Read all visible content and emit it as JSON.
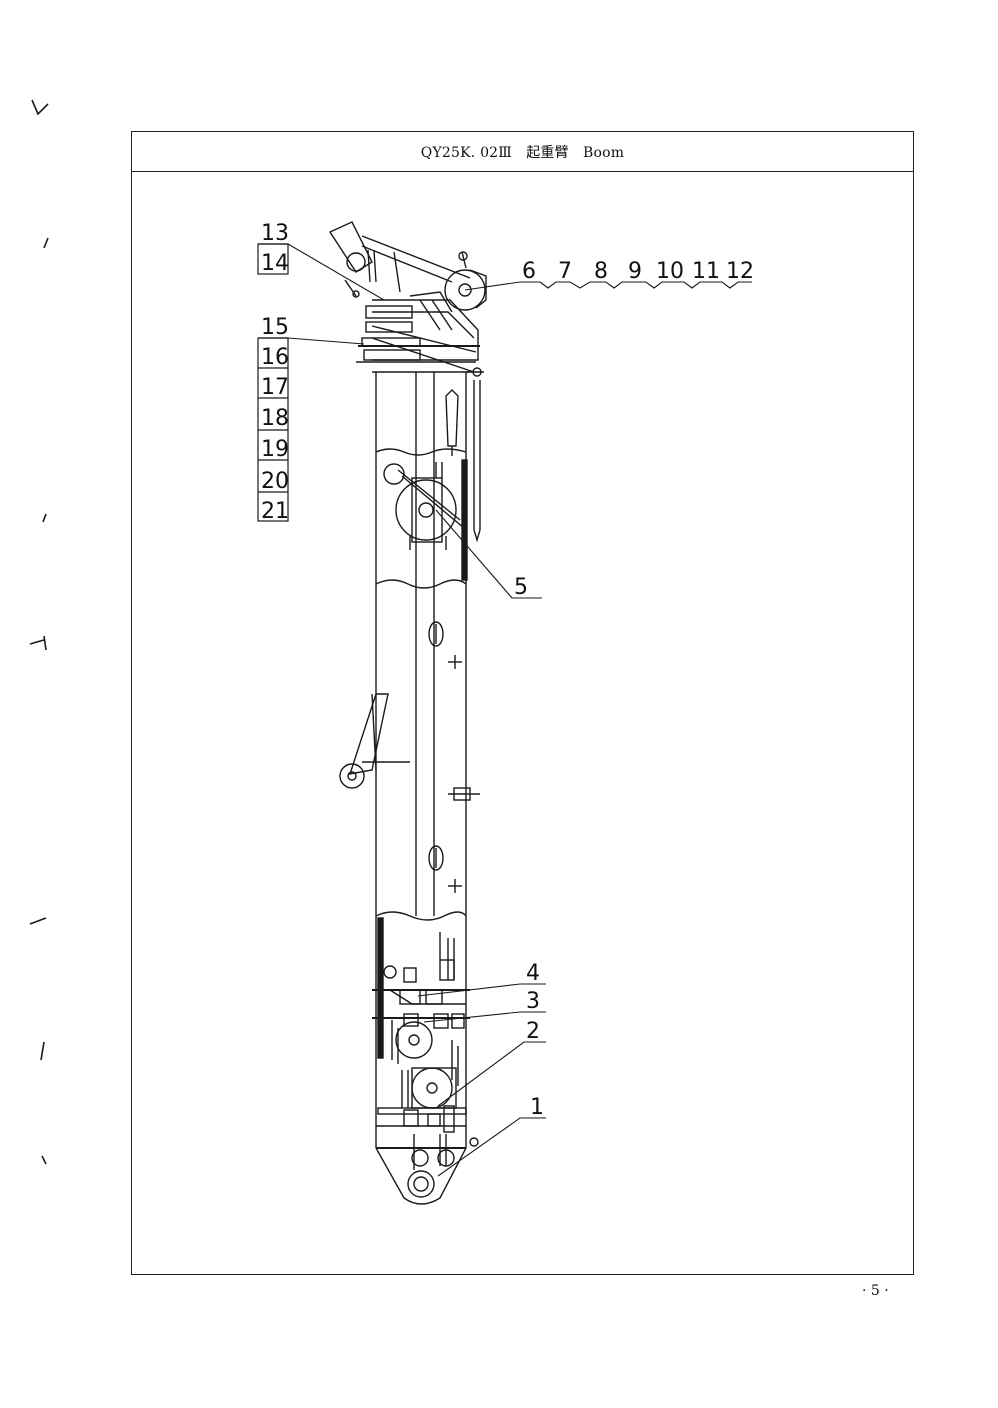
{
  "header": {
    "title": "QY25K. 02Ⅲ　起重臂　Boom"
  },
  "footer": {
    "page_number": "· 5 ·"
  },
  "callouts": {
    "left": [
      "13",
      "14",
      "15",
      "16",
      "17",
      "18",
      "19",
      "20",
      "21"
    ],
    "top_right": [
      "6",
      "7",
      "8",
      "9",
      "10",
      "11",
      "12"
    ],
    "right": [
      "5",
      "4",
      "3",
      "2",
      "1"
    ]
  }
}
